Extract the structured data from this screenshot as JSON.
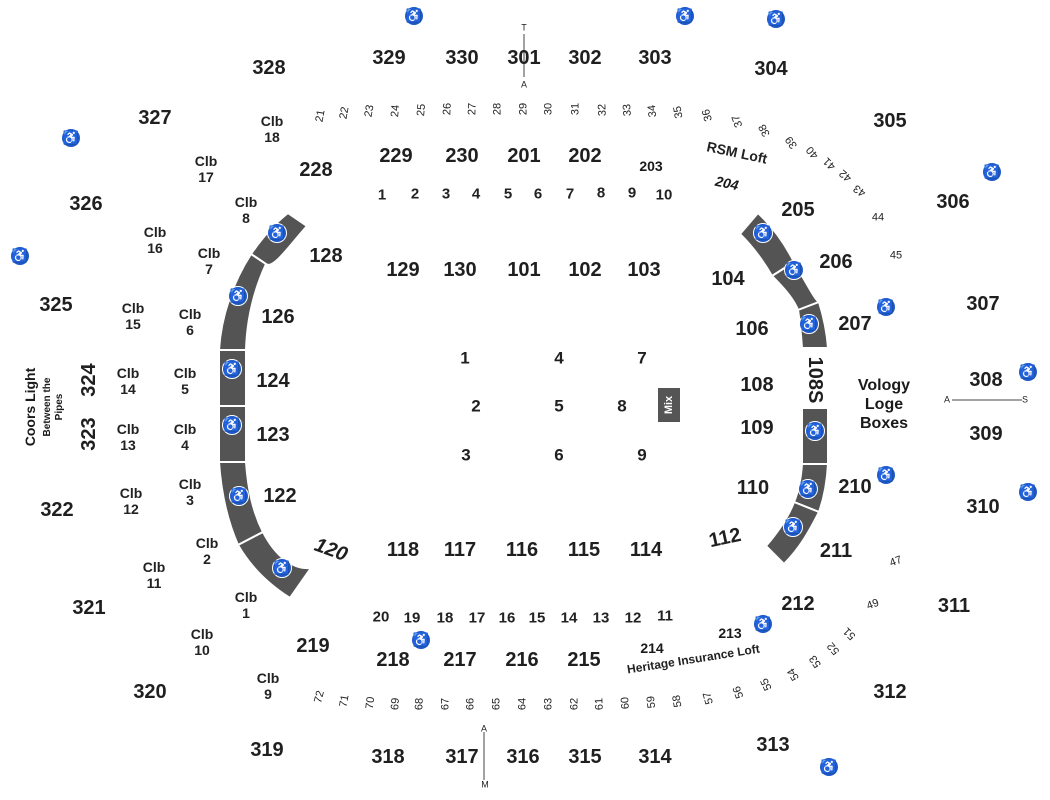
{
  "colors": {
    "wheelchair": "#1e58c8",
    "band": "#545454"
  },
  "upper": {
    "s301": "301",
    "s302": "302",
    "s303": "303",
    "s304": "304",
    "s305": "305",
    "s306": "306",
    "s307": "307",
    "s308": "308",
    "s309": "309",
    "s310": "310",
    "s311": "311",
    "s312": "312",
    "s313": "313",
    "s314": "314",
    "s315": "315",
    "s316": "316",
    "s317": "317",
    "s318": "318",
    "s319": "319",
    "s320": "320",
    "s321": "321",
    "s322": "322",
    "s323": "323",
    "s324": "324",
    "s325": "325",
    "s326": "326",
    "s327": "327",
    "s328": "328",
    "s329": "329",
    "s330": "330"
  },
  "club": {
    "s201": "201",
    "s202": "202",
    "s203": "203",
    "s204": "204",
    "s205": "205",
    "s206": "206",
    "s207": "207",
    "s210": "210",
    "s211": "211",
    "s212": "212",
    "s213": "213",
    "s214": "214",
    "s215": "215",
    "s216": "216",
    "s217": "217",
    "s218": "218",
    "s219": "219",
    "s228": "228",
    "s229": "229",
    "s230": "230"
  },
  "lower": {
    "s101": "101",
    "s102": "102",
    "s103": "103",
    "s104": "104",
    "s106": "106",
    "s108": "108",
    "s108s": "108S",
    "s109": "109",
    "s110": "110",
    "s112": "112",
    "s114": "114",
    "s115": "115",
    "s116": "116",
    "s117": "117",
    "s118": "118",
    "s120": "120",
    "s122": "122",
    "s123": "123",
    "s124": "124",
    "s126": "126",
    "s128": "128",
    "s129": "129",
    "s130": "130"
  },
  "floor": {
    "f1": "1",
    "f2": "2",
    "f3": "3",
    "f4": "4",
    "f5": "5",
    "f6": "6",
    "f7": "7",
    "f8": "8",
    "f9": "9",
    "mix": "Mix"
  },
  "suites_top": [
    "1",
    "2",
    "3",
    "4",
    "5",
    "6",
    "7",
    "8",
    "9",
    "10"
  ],
  "suites_bottom": [
    "20",
    "19",
    "18",
    "17",
    "16",
    "15",
    "14",
    "13",
    "12",
    "11"
  ],
  "rows_top": [
    "21",
    "22",
    "23",
    "24",
    "25",
    "26",
    "27",
    "28",
    "29",
    "30",
    "31",
    "32",
    "33",
    "34",
    "35",
    "36",
    "37",
    "38",
    "39",
    "40",
    "41",
    "42",
    "43",
    "44",
    "45"
  ],
  "rows_bottom": [
    "72",
    "71",
    "70",
    "69",
    "68",
    "67",
    "66",
    "65",
    "64",
    "63",
    "62",
    "61",
    "60",
    "59",
    "58",
    "57",
    "56",
    "55",
    "54",
    "53",
    "52",
    "51",
    "49",
    "47"
  ],
  "clubs": {
    "c18": "Clb\n18",
    "c17": "Clb\n17",
    "c8": "Clb\n8",
    "c16": "Clb\n16",
    "c7": "Clb\n7",
    "c15": "Clb\n15",
    "c6": "Clb\n6",
    "c14": "Clb\n14",
    "c5": "Clb\n5",
    "c13": "Clb\n13",
    "c4": "Clb\n4",
    "c12": "Clb\n12",
    "c3": "Clb\n3",
    "c2": "Clb\n2",
    "c11": "Clb\n11",
    "c1": "Clb\n1",
    "c10": "Clb\n10",
    "c9": "Clb\n9"
  },
  "labels": {
    "rsm_loft": "RSM Loft",
    "heritage_loft": "Heritage Insurance Loft",
    "vology": "Vology\nLoge\nBoxes",
    "coors": "Coors Light",
    "coors_sub1": "Between the",
    "coors_sub2": "Pipes",
    "t": "T",
    "a": "A",
    "s": "S",
    "m": "M"
  },
  "icons": {
    "wheelchair": "♿"
  }
}
